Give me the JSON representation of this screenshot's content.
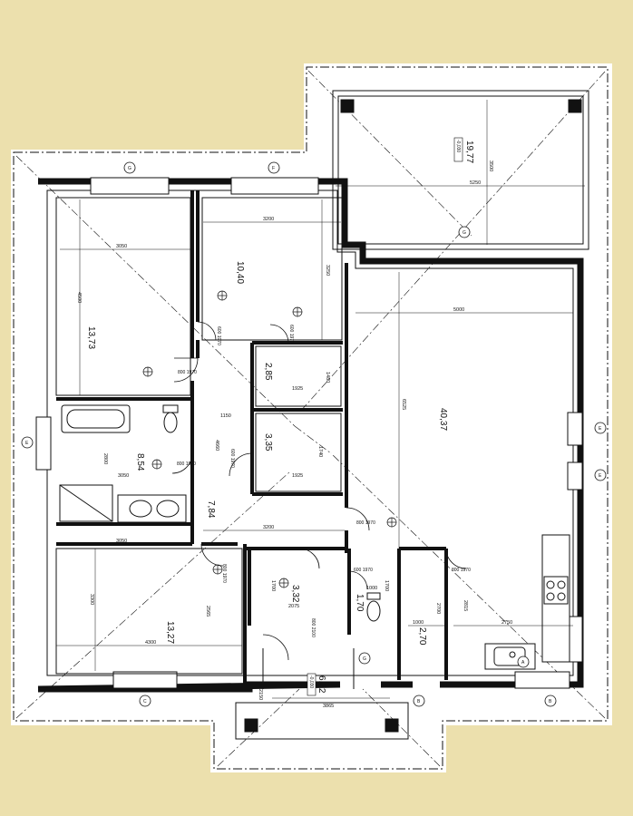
{
  "rooms": [
    {
      "id": "bedroom-a",
      "area": "13,73",
      "dims": [
        "3050",
        "4500"
      ]
    },
    {
      "id": "bedroom-b",
      "area": "10,40",
      "dims": [
        "3200",
        "3250"
      ]
    },
    {
      "id": "wardrobe-a",
      "area": "2,85",
      "dims": [
        "1925",
        "1480"
      ]
    },
    {
      "id": "wardrobe-b",
      "area": "3,35",
      "dims": [
        "1925",
        "1740"
      ]
    },
    {
      "id": "bathroom",
      "area": "8,54",
      "dims": [
        "3050",
        "2800"
      ]
    },
    {
      "id": "hallway",
      "area": "7,84",
      "dims": [
        "3200",
        "4660",
        "1150"
      ]
    },
    {
      "id": "bedroom-c",
      "area": "13,27",
      "dims": [
        "3050",
        "3300",
        "4300",
        "2565"
      ]
    },
    {
      "id": "utility",
      "area": "3,32",
      "dims": [
        "2075",
        "1700"
      ]
    },
    {
      "id": "wc",
      "area": "1,70",
      "dims": [
        "1000",
        "1700"
      ]
    },
    {
      "id": "storage",
      "area": "2,70",
      "dims": [
        "1000",
        "2700"
      ]
    },
    {
      "id": "living",
      "area": "40,37",
      "dims": [
        "5000",
        "6525",
        "2750",
        "2815"
      ]
    },
    {
      "id": "terrace",
      "area": "19,77",
      "dims": [
        "5250",
        "3500"
      ],
      "level": "-0,030"
    },
    {
      "id": "entrance",
      "area": "6,82",
      "dims": [
        "3865",
        "2150"
      ],
      "level": "-0,030"
    }
  ],
  "doors": [
    "800 1970",
    "600 1970",
    "600 1970",
    "800 1970",
    "600 1970",
    "800 1970",
    "800 1970",
    "600 1970",
    "800 1970",
    "800 2100"
  ],
  "markers": [
    "G",
    "F",
    "E",
    "G",
    "E",
    "E",
    "C",
    "B",
    "B",
    "G",
    "A"
  ],
  "colors": {
    "background": "#ece0ad",
    "paper": "#ffffff",
    "ink": "#111111"
  }
}
